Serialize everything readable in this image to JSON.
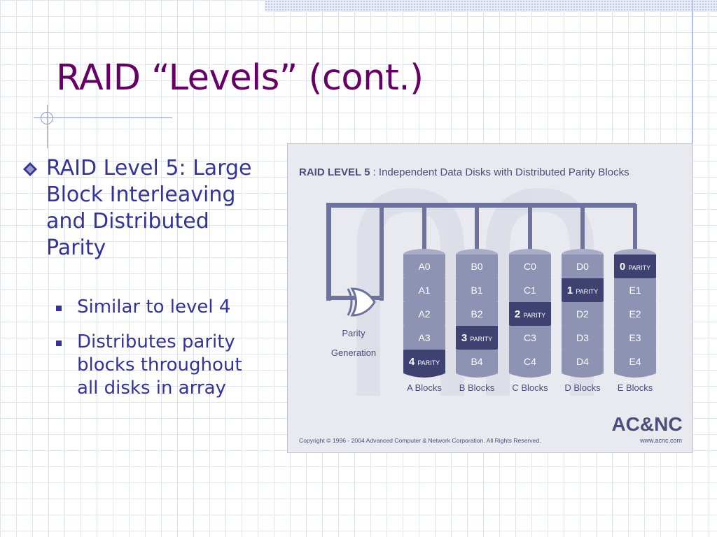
{
  "slide": {
    "title": "RAID “Levels” (cont.)",
    "bullet": "RAID Level 5: Large Block Interleaving and Distributed Parity",
    "subbullets": [
      "Similar to level 4",
      "Distributes parity blocks throughout all disks in array"
    ]
  },
  "figure": {
    "heading_bold": "RAID LEVEL 5",
    "heading_rest": " : Independent Data Disks with Distributed Parity Blocks",
    "gate_label_1": "Parity",
    "gate_label_2": "Generation",
    "logo": "AC&NC",
    "copyright": "Copyright © 1996 - 2004 Advanced Computer & Network Corporation. All Rights Reserved.",
    "website": "www.acnc.com",
    "parity_word": "PARITY",
    "disks": [
      {
        "label": "A Blocks",
        "blocks": [
          "A0",
          "A1",
          "A2",
          "A3",
          "4"
        ],
        "parity_index": 4
      },
      {
        "label": "B Blocks",
        "blocks": [
          "B0",
          "B1",
          "B2",
          "3",
          "B4"
        ],
        "parity_index": 3
      },
      {
        "label": "C Blocks",
        "blocks": [
          "C0",
          "C1",
          "2",
          "C3",
          "C4"
        ],
        "parity_index": 2
      },
      {
        "label": "D Blocks",
        "blocks": [
          "D0",
          "1",
          "D2",
          "D3",
          "D4"
        ],
        "parity_index": 1
      },
      {
        "label": "E Blocks",
        "blocks": [
          "0",
          "E1",
          "E2",
          "E3",
          "E4"
        ],
        "parity_index": 0
      }
    ],
    "colors": {
      "disk": "#8e92b3",
      "disk_light": "#a9acc7",
      "parity": "#3f4270",
      "wire": "#6f739b",
      "text": "#4a4e78"
    }
  }
}
